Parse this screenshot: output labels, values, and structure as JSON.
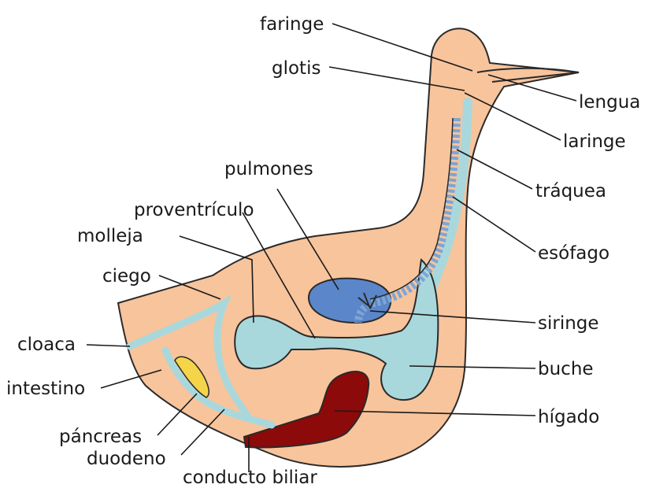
{
  "labels": {
    "faringe": "faringe",
    "glotis": "glotis",
    "lengua": "lengua",
    "laringe": "laringe",
    "traquea": "tráquea",
    "pulmones": "pulmones",
    "proventriculo": "proventrículo",
    "molleja": "molleja",
    "esofago": "esófago",
    "ciego": "ciego",
    "siringe": "siringe",
    "cloaca": "cloaca",
    "buche": "buche",
    "intestino": "intestino",
    "higado": "hígado",
    "pancreas": "páncreas",
    "duodeno": "duodeno",
    "conducto_biliar": "conducto biliar"
  },
  "colors": {
    "body": "#f8c49c",
    "outline": "#2a2a2a",
    "digestive": "#a9d8dc",
    "lung": "#5b86c9",
    "liver": "#8c0a0a",
    "pancreas": "#f4d54a",
    "trachea_ring": "#7da6d4"
  }
}
